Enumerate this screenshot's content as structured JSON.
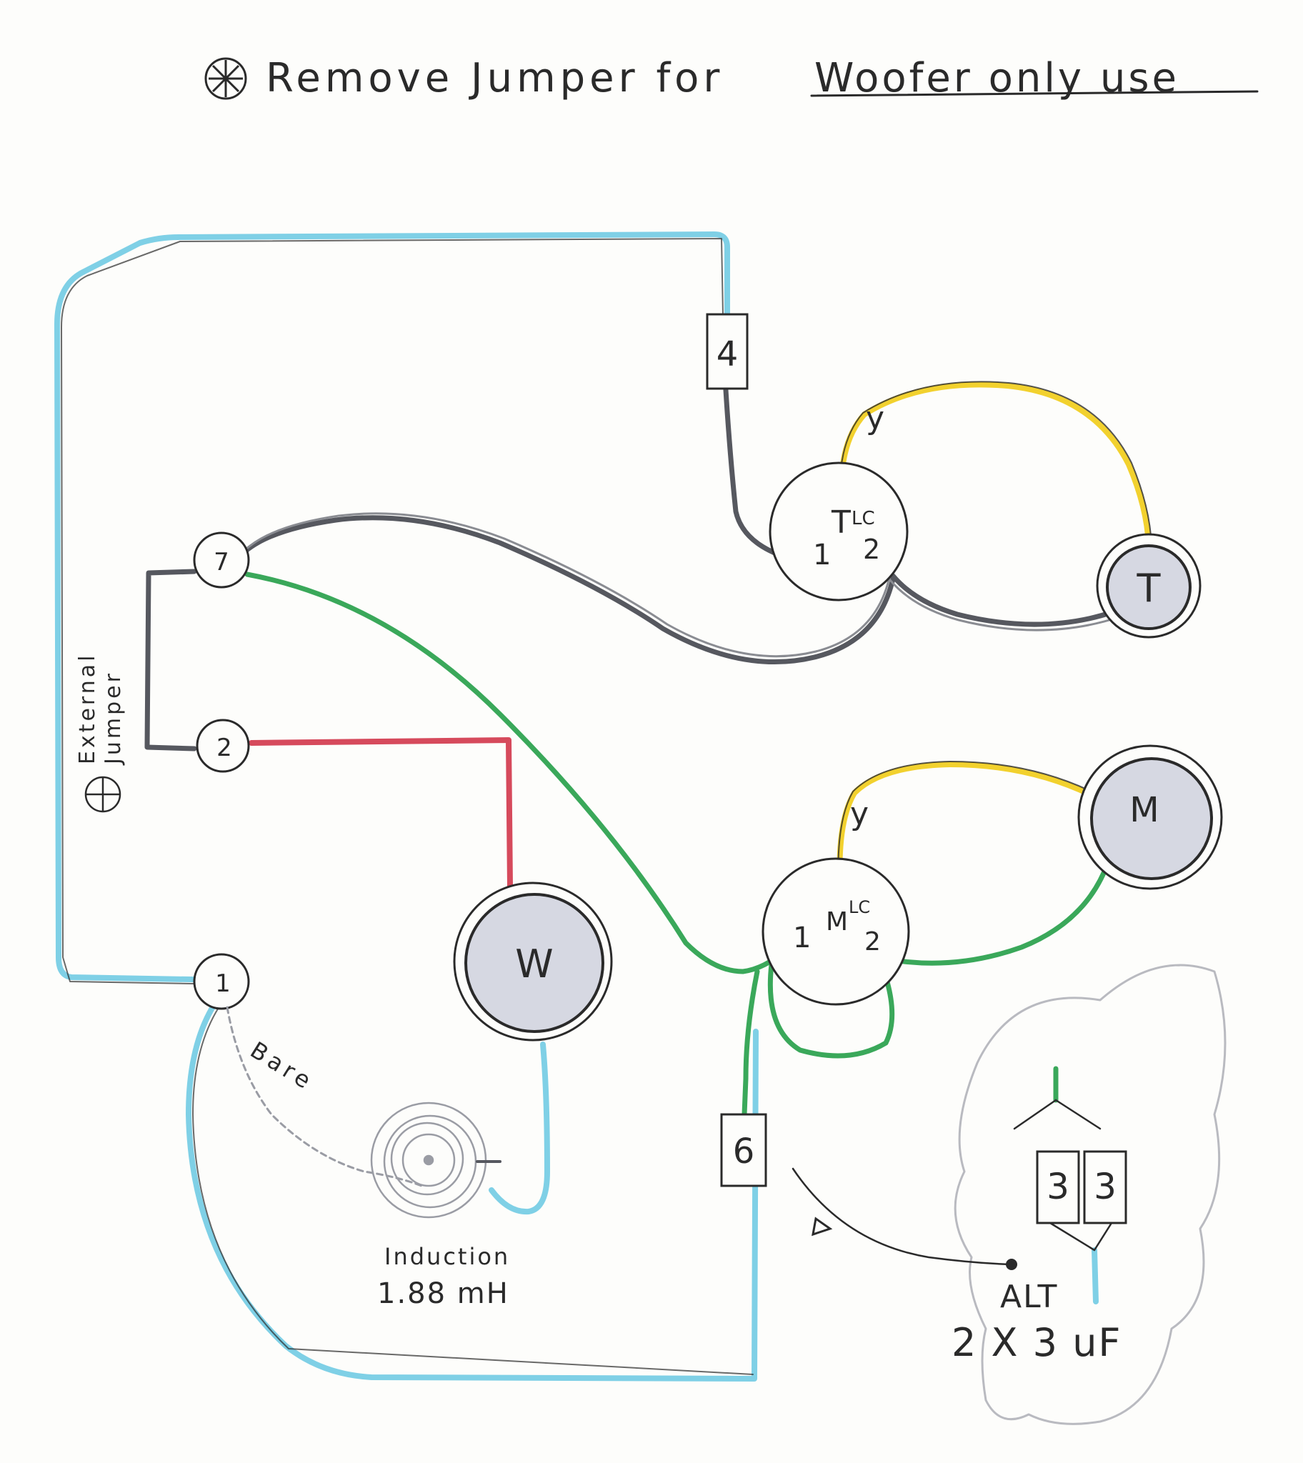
{
  "title": {
    "prefix": "Remove Jumper for",
    "underlined": "Woofer only use"
  },
  "external_jumper": {
    "line1": "External",
    "line2": "Jumper"
  },
  "terminals": {
    "t1": "1",
    "t2": "2",
    "t4": "4",
    "t6": "6",
    "t7": "7"
  },
  "tweeter_lc": {
    "left": "1",
    "center": "T",
    "sub": "LC",
    "right": "2",
    "y_label": "y"
  },
  "midrange_lc": {
    "left": "1",
    "center": "M",
    "sub": "LC",
    "right": "2",
    "y_label": "y"
  },
  "drivers": {
    "tweeter": "T",
    "midrange": "M",
    "woofer": "W"
  },
  "inductor": {
    "bare_label": "Bare",
    "label": "Induction",
    "value": "1.88 mH"
  },
  "capacitors": {
    "cap_a": "3",
    "cap_b": "3",
    "alt_label": "ALT",
    "alt_value": "2 X 3 uF"
  },
  "colors": {
    "paper": "#fdfdfb",
    "ink": "#2a2a2a",
    "blue_wire": "#7fd0e6",
    "gray_wire": "#56585f",
    "green_wire": "#3aa85a",
    "yellow_wire": "#f2d12e",
    "red_wire": "#d64a5c",
    "driver_fill": "#d6d8e2"
  }
}
